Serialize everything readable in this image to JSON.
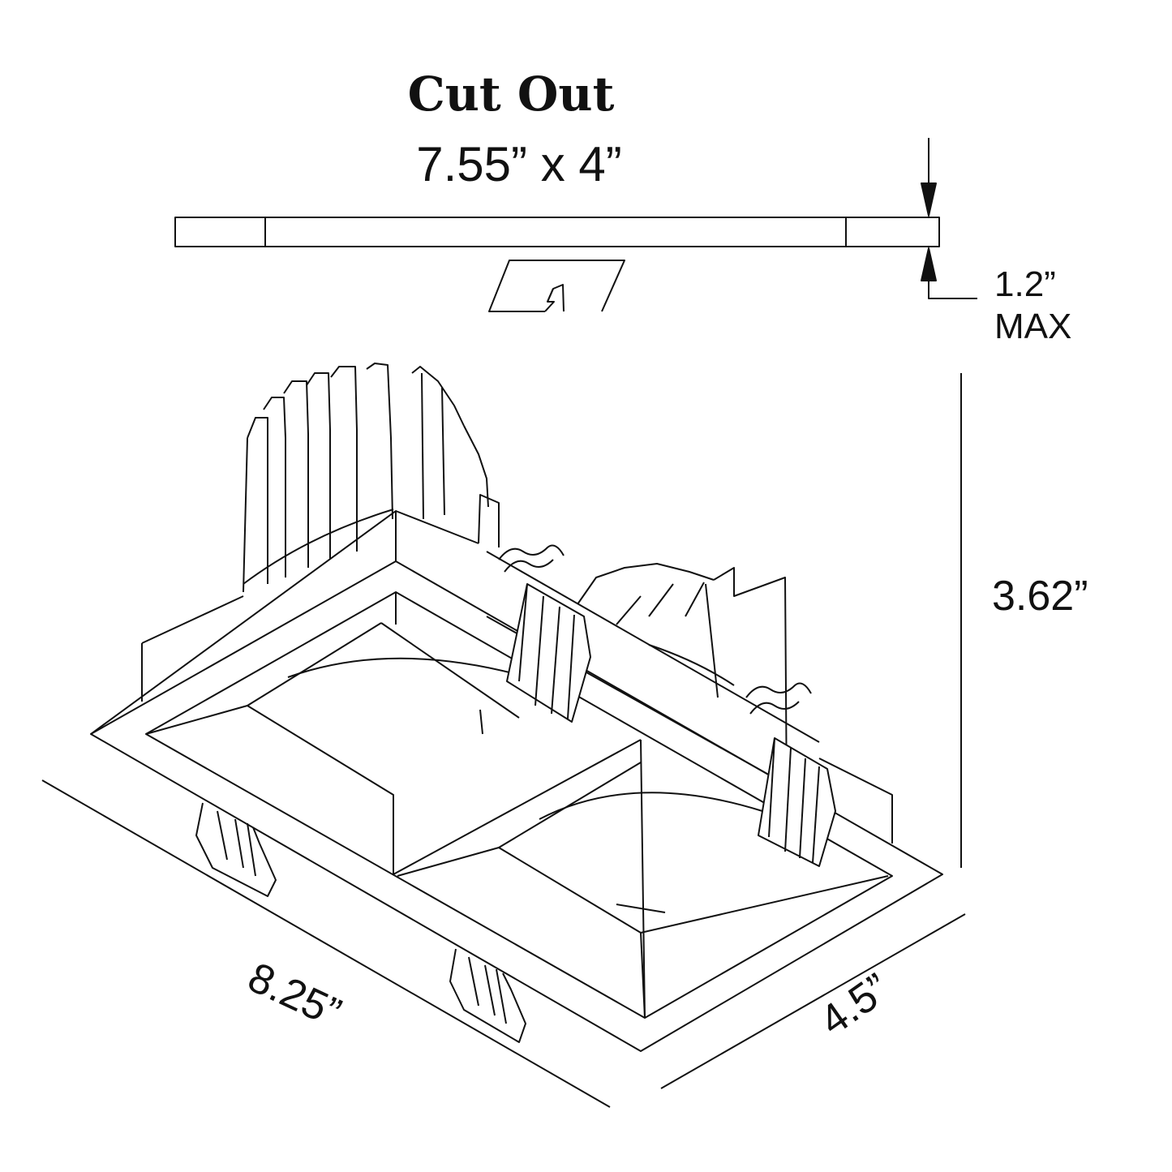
{
  "title": "Cut Out",
  "cutout_size": "7.55” x 4”",
  "ceiling_thickness": {
    "value": "1.2”",
    "qualifier": "MAX"
  },
  "dimensions": {
    "height": "3.62”",
    "length": "8.25”",
    "width": "4.5”"
  },
  "icons": [
    "ceiling-panel-icon",
    "dimension-arrow-icon",
    "recessed-light-fixture-icon"
  ]
}
